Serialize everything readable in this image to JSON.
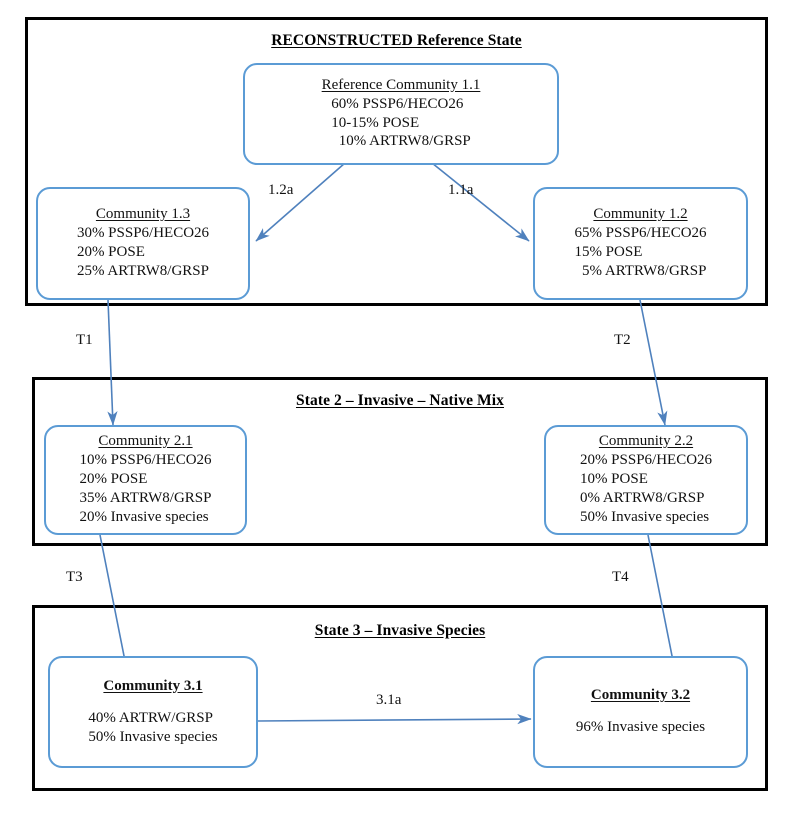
{
  "diagram": {
    "title_top": "RECONSTRUCTED Reference State",
    "accent_color": "#5B9BD5",
    "frame_color": "#000000",
    "text_color": "#111111"
  },
  "states": [
    {
      "id": "state-1",
      "heading": "RECONSTRUCTED Reference State"
    },
    {
      "id": "state-2",
      "heading": "State 2 – Invasive – Native Mix"
    },
    {
      "id": "state-3",
      "heading": "State 3 – Invasive Species"
    }
  ],
  "communities": [
    {
      "id": "community-1-1",
      "title": "Reference Community 1.1",
      "bold_title": false,
      "lines": [
        "60% PSSP6/HECO26",
        "10-15% POSE",
        "  10% ARTRW8/GRSP"
      ]
    },
    {
      "id": "community-1-3",
      "title": "Community 1.3",
      "bold_title": false,
      "lines": [
        "30% PSSP6/HECO26",
        "20% POSE",
        "25% ARTRW8/GRSP"
      ]
    },
    {
      "id": "community-1-2",
      "title": "Community 1.2",
      "bold_title": false,
      "lines": [
        "65% PSSP6/HECO26",
        "15% POSE",
        "  5% ARTRW8/GRSP"
      ]
    },
    {
      "id": "community-2-1",
      "title": "Community 2.1",
      "bold_title": false,
      "lines": [
        "10% PSSP6/HECO26",
        "20% POSE",
        "35% ARTRW8/GRSP",
        "20% Invasive species"
      ]
    },
    {
      "id": "community-2-2",
      "title": "Community 2.2",
      "bold_title": false,
      "lines": [
        "20% PSSP6/HECO26",
        "10% POSE",
        "0% ARTRW8/GRSP",
        "50% Invasive species"
      ]
    },
    {
      "id": "community-3-1",
      "title": "Community 3.1",
      "bold_title": true,
      "lines": [
        "40% ARTRW/GRSP",
        "50% Invasive species"
      ]
    },
    {
      "id": "community-3-2",
      "title": "Community 3.2",
      "bold_title": true,
      "lines": [
        "96% Invasive species"
      ]
    }
  ],
  "transitions": [
    {
      "id": "t-1-2a",
      "label": "1.2a",
      "from": "community-1-1",
      "to": "community-1-3"
    },
    {
      "id": "t-1-1a",
      "label": "1.1a",
      "from": "community-1-1",
      "to": "community-1-2"
    },
    {
      "id": "t-1",
      "label": "T1",
      "from": "community-1-3",
      "to": "community-2-1"
    },
    {
      "id": "t-2",
      "label": "T2",
      "from": "community-1-2",
      "to": "community-2-2"
    },
    {
      "id": "t-3",
      "label": "T3",
      "from": "community-2-1",
      "to": "community-3-1"
    },
    {
      "id": "t-4",
      "label": "T4",
      "from": "community-2-2",
      "to": "community-3-2"
    },
    {
      "id": "t-3-1a",
      "label": "3.1a",
      "from": "community-3-1",
      "to": "community-3-2"
    }
  ]
}
